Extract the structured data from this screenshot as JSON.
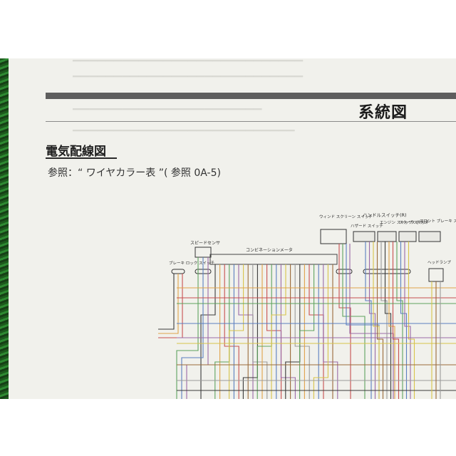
{
  "section_title": "系統図",
  "heading": "電気配線図",
  "reference_text": "参照：“ ワイヤカラー表 ”( 参照 0A-5)",
  "diagram": {
    "brake_lock_switch": "ブレーキ ロック スイッチ",
    "speed_sensor": "スピードセンサ",
    "combination_meter": "コンビネーションメータ",
    "windscreen_switch": "ウィンド スクリーン スイッチ",
    "handle_switch_r": "ハンドルスイッチ(R)",
    "hazard_switch": "ハザード スイッチ",
    "engine_stop_switch": "エンジン ストップ スイッチ",
    "starter_button": "スタータ ボタン",
    "front_brake_switch": "フロント ブレーキ スイッチ",
    "headlamp": "ヘッドランプ"
  },
  "colors": {
    "wire_black": "#3a3a3a",
    "wire_orange": "#e0a24a",
    "wire_red": "#c85050",
    "wire_green": "#5ea35e",
    "wire_blue": "#5a7fc0",
    "wire_purple": "#9a6aa8",
    "wire_yellow": "#d8c44a",
    "wire_brown": "#9a6a3a",
    "wire_gray": "#9a9a9a"
  }
}
